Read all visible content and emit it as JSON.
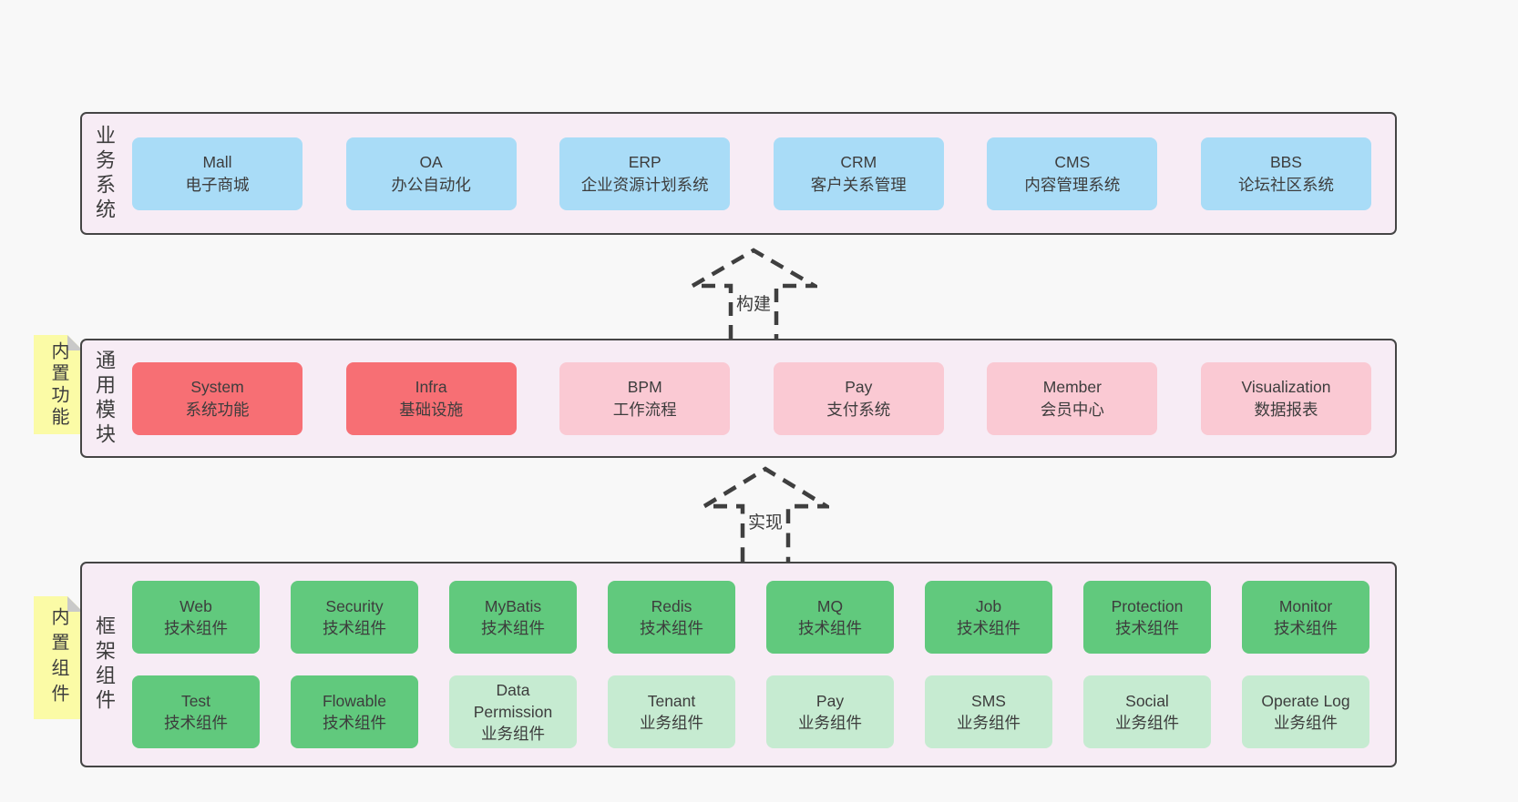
{
  "colors": {
    "page_bg": "#f8f8f8",
    "panel_bg": "#f7ecf5",
    "panel_border": "#454545",
    "blue": "#a9dcf7",
    "red": "#f76f74",
    "pink": "#fac9d3",
    "green": "#61c97d",
    "green_light": "#c6ebd1",
    "yellow_note": "#fbfba6",
    "fold": "#c9c9c9",
    "text": "#3d3d3d",
    "arrow": "#3f3f3f"
  },
  "arrows": [
    {
      "label": "构建"
    },
    {
      "label": "实现"
    }
  ],
  "layers": [
    {
      "name": "business-systems",
      "label": "业务系统",
      "note": null,
      "boxes": [
        {
          "en": "Mall",
          "zh": "电子商城",
          "variant": "blue"
        },
        {
          "en": "OA",
          "zh": "办公自动化",
          "variant": "blue"
        },
        {
          "en": "ERP",
          "zh": "企业资源计划系统",
          "variant": "blue"
        },
        {
          "en": "CRM",
          "zh": "客户关系管理",
          "variant": "blue"
        },
        {
          "en": "CMS",
          "zh": "内容管理系统",
          "variant": "blue"
        },
        {
          "en": "BBS",
          "zh": "论坛社区系统",
          "variant": "blue"
        }
      ]
    },
    {
      "name": "common-modules",
      "label": "通用模块",
      "note": "内置功能",
      "boxes": [
        {
          "en": "System",
          "zh": "系统功能",
          "variant": "red"
        },
        {
          "en": "Infra",
          "zh": "基础设施",
          "variant": "red"
        },
        {
          "en": "BPM",
          "zh": "工作流程",
          "variant": "pink"
        },
        {
          "en": "Pay",
          "zh": "支付系统",
          "variant": "pink"
        },
        {
          "en": "Member",
          "zh": "会员中心",
          "variant": "pink"
        },
        {
          "en": "Visualization",
          "zh": "数据报表",
          "variant": "pink"
        }
      ]
    },
    {
      "name": "framework-components",
      "label": "框架组件",
      "note": "内置组件",
      "rows": [
        [
          {
            "en": "Web",
            "zh": "技术组件",
            "variant": "green"
          },
          {
            "en": "Security",
            "zh": "技术组件",
            "variant": "green"
          },
          {
            "en": "MyBatis",
            "zh": "技术组件",
            "variant": "green"
          },
          {
            "en": "Redis",
            "zh": "技术组件",
            "variant": "green"
          },
          {
            "en": "MQ",
            "zh": "技术组件",
            "variant": "green"
          },
          {
            "en": "Job",
            "zh": "技术组件",
            "variant": "green"
          },
          {
            "en": "Protection",
            "zh": "技术组件",
            "variant": "green"
          },
          {
            "en": "Monitor",
            "zh": "技术组件",
            "variant": "green"
          }
        ],
        [
          {
            "en": "Test",
            "zh": "技术组件",
            "variant": "green"
          },
          {
            "en": "Flowable",
            "zh": "技术组件",
            "variant": "green"
          },
          {
            "en": "Data Permission",
            "zh": "业务组件",
            "variant": "green-light"
          },
          {
            "en": "Tenant",
            "zh": "业务组件",
            "variant": "green-light"
          },
          {
            "en": "Pay",
            "zh": "业务组件",
            "variant": "green-light"
          },
          {
            "en": "SMS",
            "zh": "业务组件",
            "variant": "green-light"
          },
          {
            "en": "Social",
            "zh": "业务组件",
            "variant": "green-light"
          },
          {
            "en": "Operate Log",
            "zh": "业务组件",
            "variant": "green-light"
          }
        ]
      ]
    }
  ]
}
